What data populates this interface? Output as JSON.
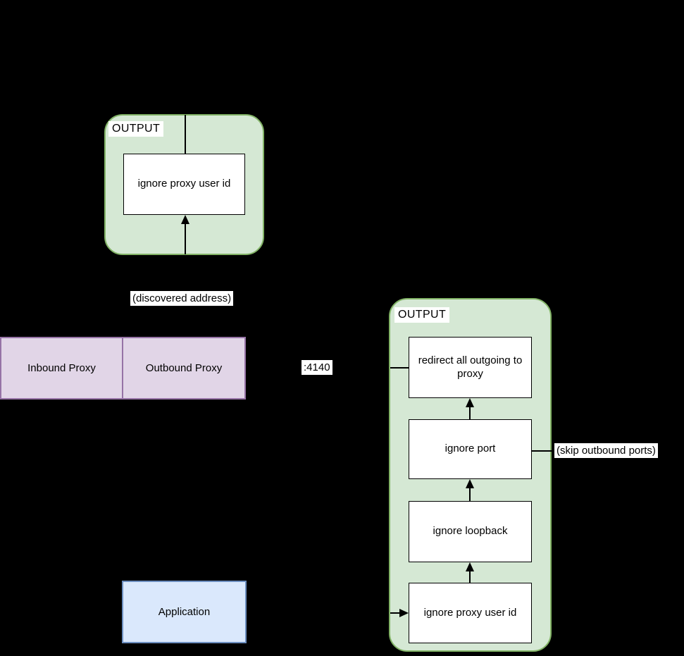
{
  "colors": {
    "background": "#000000",
    "chain_fill": "#d5e8d4",
    "chain_stroke": "#82b366",
    "proxy_fill": "#e1d5e7",
    "proxy_stroke": "#9673a6",
    "app_fill": "#dae8fc",
    "app_stroke": "#6c8ebf",
    "node_fill": "#ffffff",
    "line_color": "#000000"
  },
  "left_output": {
    "label": "OUTPUT",
    "node": "ignore proxy user id"
  },
  "right_output": {
    "label": "OUTPUT",
    "nodes": [
      "redirect all outgoing to proxy",
      "ignore port",
      "ignore loopback",
      "ignore proxy user id"
    ]
  },
  "proxies": {
    "inbound": "Inbound Proxy",
    "outbound": "Outbound Proxy"
  },
  "application": {
    "label": "Application"
  },
  "annotations": {
    "discovered_address": "(discovered address)",
    "port": ":4140",
    "skip_outbound_ports": "(skip outbound ports)"
  }
}
